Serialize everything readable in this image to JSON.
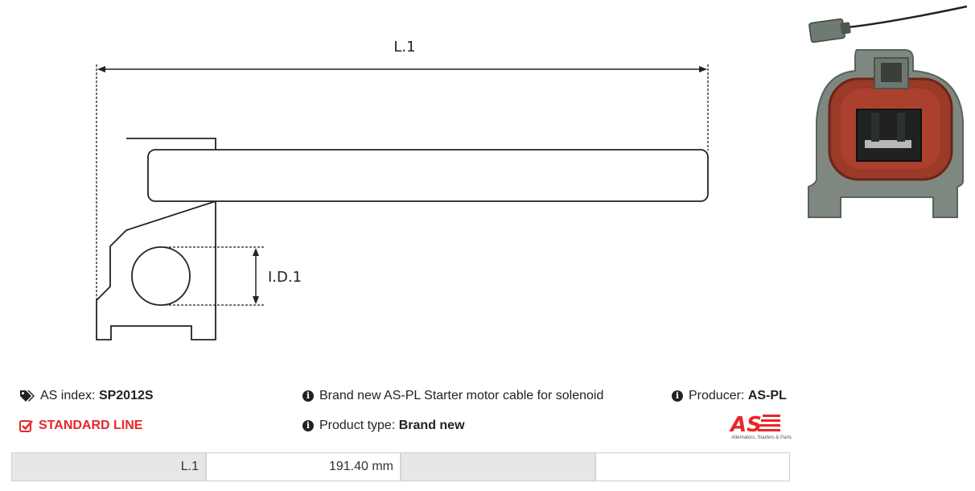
{
  "drawing": {
    "length_label": "L.1",
    "inner_diameter_label": "I.D.1"
  },
  "info": {
    "as_index_label": "AS index:",
    "as_index_value": "SP2012S",
    "line_label": "STANDARD LINE",
    "description": "Brand new AS-PL Starter motor cable for solenoid",
    "product_type_label": "Product type:",
    "product_type_value": "Brand new",
    "producer_label": "Producer:",
    "producer_value": "AS-PL"
  },
  "logo": {
    "text": "AS",
    "tagline": "Alternators, Starters & Parts"
  },
  "spec_table": {
    "rows": [
      {
        "param": "L.1",
        "value": "191.40 mm",
        "param2": "",
        "value2": ""
      }
    ]
  },
  "colors": {
    "accent_red": "#e8262a",
    "connector_gray": "#7e8880",
    "connector_seal": "#9a3a28"
  },
  "icons": {
    "as_index": "tags-icon",
    "standard_line": "check-square-icon",
    "info": "info-circle-icon"
  }
}
